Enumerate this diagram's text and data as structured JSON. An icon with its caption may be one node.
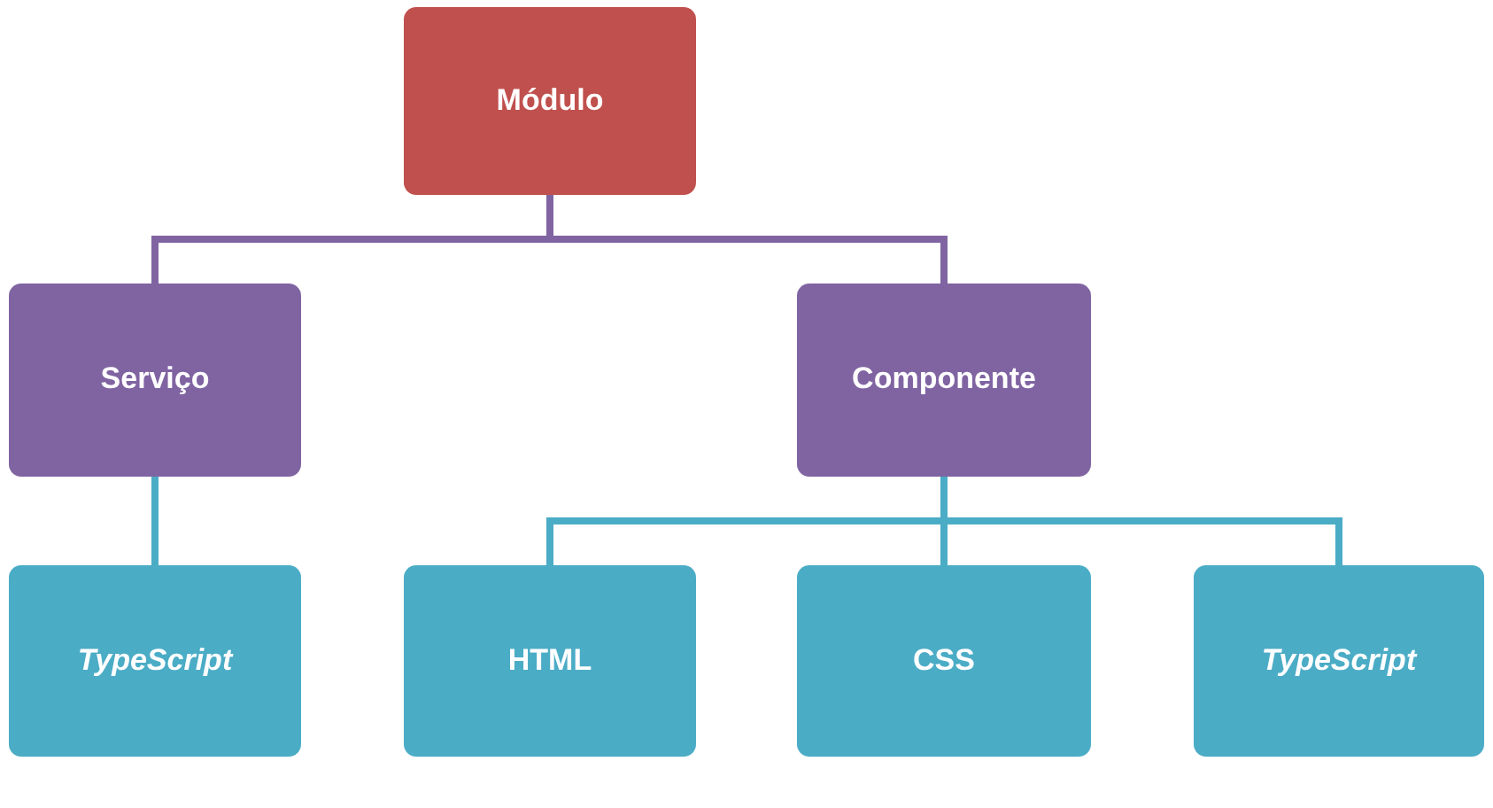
{
  "diagram": {
    "nodes": [
      {
        "text": [
          "Módulo"
        ]
      },
      {
        "text": [
          "Serviço"
        ]
      },
      {
        "text": [
          "Componente"
        ]
      },
      {
        "text": [
          "TypeScript"
        ]
      },
      {
        "text": [
          "HTML"
        ]
      },
      {
        "text": [
          "CSS"
        ]
      },
      {
        "text": [
          "TypeScript"
        ]
      }
    ],
    "edges": [
      {
        "from": 0,
        "to": 1,
        "arrow": "none",
        "color": "#8064a2"
      },
      {
        "from": 0,
        "to": 2,
        "arrow": "none",
        "color": "#8064a2"
      },
      {
        "from": 1,
        "to": 3,
        "arrow": "none"
      },
      {
        "from": 2,
        "to": 4,
        "arrow": "none"
      },
      {
        "from": 2,
        "to": 5,
        "arrow": "none"
      },
      {
        "from": 2,
        "to": 6,
        "arrow": "none"
      }
    ]
  }
}
